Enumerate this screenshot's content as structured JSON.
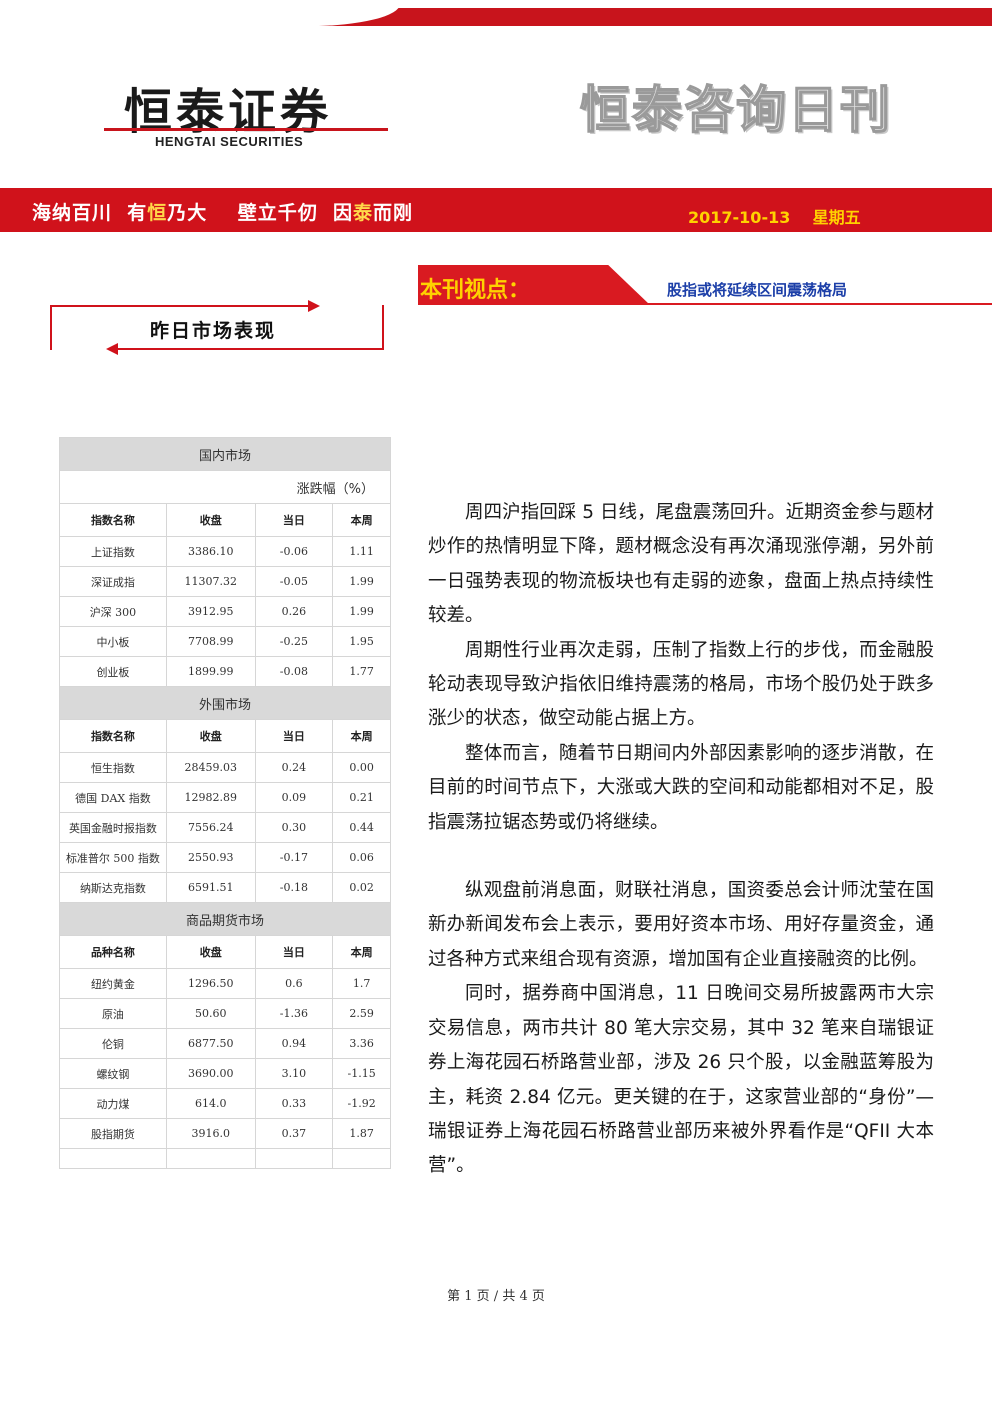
{
  "header": {
    "logo_text": "恒泰证券",
    "logo_sub": "HENGTAI SECURITIES",
    "brand_title": "恒泰咨询日刊",
    "slogan_1": "海纳百川  有",
    "slogan_accent_1": "恒",
    "slogan_2": "乃大    壁立千仞  因",
    "slogan_accent_2": "泰",
    "slogan_3": "而刚",
    "date": "2017-10-13    星期五"
  },
  "viewpoint": {
    "label": "本刊视点：",
    "text": "股指或将延续区间震荡格局"
  },
  "market": {
    "label": "昨日市场表现",
    "domestic_title": "国内市场",
    "unit": "涨跌幅（%）",
    "headers": [
      "指数名称",
      "收盘",
      "当日",
      "本周"
    ],
    "domestic": [
      {
        "name": "上证指数",
        "close": "3386.10",
        "day": "-0.06",
        "week": "1.11"
      },
      {
        "name": "深证成指",
        "close": "11307.32",
        "day": "-0.05",
        "week": "1.99"
      },
      {
        "name": "沪深 300",
        "close": "3912.95",
        "day": "0.26",
        "week": "1.99"
      },
      {
        "name": "中小板",
        "close": "7708.99",
        "day": "-0.25",
        "week": "1.95"
      },
      {
        "name": "创业板",
        "close": "1899.99",
        "day": "-0.08",
        "week": "1.77"
      }
    ],
    "foreign_title": "外围市场",
    "foreign": [
      {
        "name": "恒生指数",
        "close": "28459.03",
        "day": "0.24",
        "week": "0.00"
      },
      {
        "name": "德国 DAX 指数",
        "close": "12982.89",
        "day": "0.09",
        "week": "0.21"
      },
      {
        "name": "英国金融时报指数",
        "close": "7556.24",
        "day": "0.30",
        "week": "0.44"
      },
      {
        "name": "标准普尔 500 指数",
        "close": "2550.93",
        "day": "-0.17",
        "week": "0.06"
      },
      {
        "name": "纳斯达克指数",
        "close": "6591.51",
        "day": "-0.18",
        "week": "0.02"
      }
    ],
    "futures_title": "商品期货市场",
    "futures_headers": [
      "品种名称",
      "收盘",
      "当日",
      "本周"
    ],
    "futures": [
      {
        "name": "纽约黄金",
        "close": "1296.50",
        "day": "0.6",
        "week": "1.7"
      },
      {
        "name": "原油",
        "close": "50.60",
        "day": "-1.36",
        "week": "2.59"
      },
      {
        "name": "伦铜",
        "close": "6877.50",
        "day": "0.94",
        "week": "3.36"
      },
      {
        "name": "螺纹钢",
        "close": "3690.00",
        "day": "3.10",
        "week": "-1.15"
      },
      {
        "name": "动力煤",
        "close": "614.0",
        "day": "0.33",
        "week": "-1.92"
      },
      {
        "name": "股指期货",
        "close": "3916.0",
        "day": "0.37",
        "week": "1.87"
      }
    ]
  },
  "article": {
    "p1": "周四沪指回踩 5 日线，尾盘震荡回升。近期资金参与题材炒作的热情明显下降，题材概念没有再次涌现涨停潮，另外前一日强势表现的物流板块也有走弱的迹象，盘面上热点持续性较差。",
    "p2": "周期性行业再次走弱，压制了指数上行的步伐，而金融股轮动表现导致沪指依旧维持震荡的格局，市场个股仍处于跌多涨少的状态，做空动能占据上方。",
    "p3": "整体而言，随着节日期间内外部因素影响的逐步消散，在目前的时间节点下，大涨或大跌的空间和动能都相对不足，股指震荡拉锯态势或仍将继续。",
    "p4": "纵观盘前消息面，财联社消息，国资委总会计师沈莹在国新办新闻发布会上表示，要用好资本市场、用好存量资金，通过各种方式来组合现有资源，增加国有企业直接融资的比例。",
    "p5": "同时，据券商中国消息，11 日晚间交易所披露两市大宗交易信息，两市共计 80 笔大宗交易，其中 32 笔来自瑞银证券上海花园石桥路营业部，涉及 26 只个股，以金融蓝筹股为主，耗资 2.84 亿元。更关键的在于，这家营业部的“身份”—瑞银证券上海花园石桥路营业部历来被外界看作是“QFII 大本营”。"
  },
  "footer": {
    "page_info": "第 1 页 / 共 4 页"
  }
}
